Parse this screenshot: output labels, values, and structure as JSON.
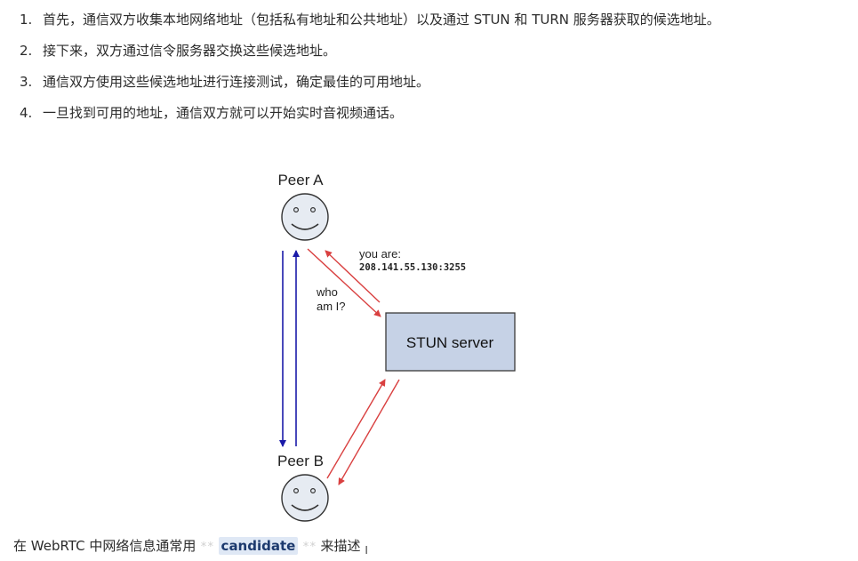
{
  "steps": [
    {
      "num": "1.",
      "text": "首先，通信双方收集本地网络地址（包括私有地址和公共地址）以及通过 STUN 和 TURN 服务器获取的候选地址。"
    },
    {
      "num": "2.",
      "text": "接下来，双方通过信令服务器交换这些候选地址。"
    },
    {
      "num": "3.",
      "text": "通信双方使用这些候选地址进行连接测试，确定最佳的可用地址。"
    },
    {
      "num": "4.",
      "text": "一旦找到可用的地址，通信双方就可以开始实时音视频通话。"
    }
  ],
  "diagram": {
    "peer_a_label": "Peer A",
    "peer_b_label": "Peer B",
    "server_label": "STUN server",
    "who_line1": "who",
    "who_line2": "am I?",
    "you_are": "you are:",
    "address": "208.141.55.130:3255",
    "colors": {
      "blue_arrow": "#1a1aa8",
      "red_arrow": "#d94040",
      "server_fill": "#c6d2e6",
      "server_stroke": "#3a3a3a",
      "face_fill": "#e6ebf2"
    }
  },
  "caption": {
    "prefix": "在 WebRTC 中网络信息通常用",
    "stars_left": "**",
    "code": "candidate",
    "stars_right": "**",
    "suffix": "来描述",
    "cursor": "I"
  }
}
